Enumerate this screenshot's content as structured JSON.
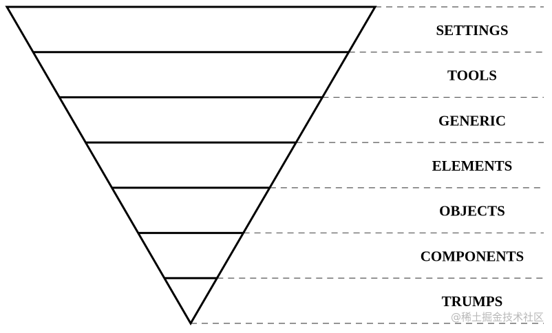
{
  "diagram": {
    "type": "inverted-pyramid",
    "layers": [
      {
        "label": "SETTINGS"
      },
      {
        "label": "TOOLS"
      },
      {
        "label": "GENERIC"
      },
      {
        "label": "ELEMENTS"
      },
      {
        "label": "OBJECTS"
      },
      {
        "label": "COMPONENTS"
      },
      {
        "label": "TRUMPS"
      }
    ],
    "line_color": "#000000",
    "dash_color": "#555555"
  },
  "watermark": {
    "text": "@稀土掘金技术社区"
  }
}
